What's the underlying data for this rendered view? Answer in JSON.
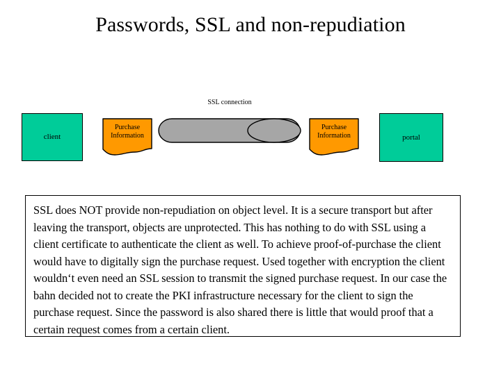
{
  "slide": {
    "title": "Passwords, SSL and non-repudiation",
    "background_color": "#ffffff"
  },
  "colors": {
    "node_fill": "#00cc99",
    "document_fill": "#ff9900",
    "tunnel_fill": "#a6a6a6",
    "outline": "#000000",
    "text": "#000000"
  },
  "diagram": {
    "connection_label": "SSL connection",
    "nodes": [
      {
        "id": "client",
        "label": "client",
        "shape": "rectangle",
        "fill": "#00cc99"
      },
      {
        "id": "portal",
        "label": "portal",
        "shape": "rectangle",
        "fill": "#00cc99"
      }
    ],
    "documents": [
      {
        "id": "doc-left",
        "label_line1": "Purchase",
        "label_line2": "Information",
        "shape": "document",
        "fill": "#ff9900"
      },
      {
        "id": "doc-right",
        "label_line1": "Purchase",
        "label_line2": "Information",
        "shape": "document",
        "fill": "#ff9900"
      }
    ],
    "tunnel": {
      "id": "ssl-tunnel",
      "shape": "cylinder",
      "fill": "#a6a6a6"
    }
  },
  "body": {
    "paragraph": "SSL does NOT provide non-repudiation on object level. It is a secure transport but after leaving the transport, objects are unprotected. This has nothing to do with SSL using a client certificate to authenticate the client as well. To achieve proof-of-purchase the client would have to digitally sign the purchase request. Used together with encryption the client wouldn‘t even need an SSL session to transmit the signed purchase request. In our case the bahn decided not to create the PKI infrastructure necessary for the client to sign the purchase request. Since the password is also shared there is little that would proof that a certain request comes from a certain client."
  }
}
